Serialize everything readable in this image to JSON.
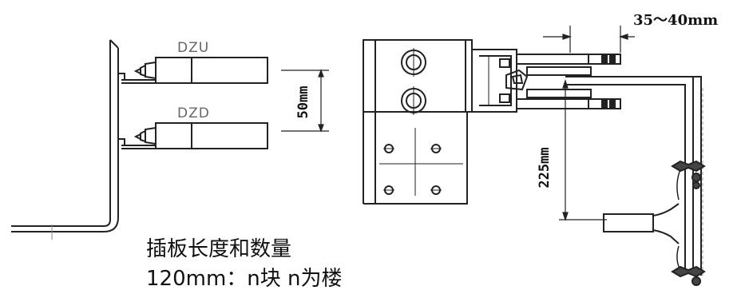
{
  "labels": {
    "dzu": "DZU",
    "dzd": "DZD",
    "gap_dim": "35～40mm",
    "spacing_dim": "50mm",
    "height_dim": "225mm"
  },
  "caption": {
    "line1": "插板长度和数量",
    "line2": "120mm：n块  n为楼"
  },
  "colors": {
    "line": "#222222",
    "label_gray": "#666666",
    "text": "#111111"
  }
}
